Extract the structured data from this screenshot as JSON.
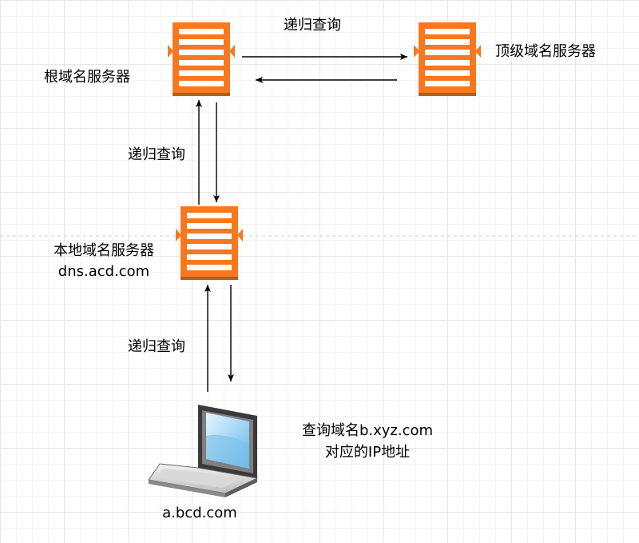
{
  "diagram": {
    "edge_labels": {
      "top": "递归查询",
      "middle": "递归查询",
      "bottom": "递归查询"
    },
    "nodes": {
      "root_server": {
        "label": "根域名服务器"
      },
      "tld_server": {
        "label": "顶级域名服务器"
      },
      "local_server": {
        "label": "本地域名服务器",
        "host": "dns.acd.com"
      },
      "client": {
        "label": "a.bcd.com"
      }
    },
    "note": {
      "line1": "查询域名b.xyz.com",
      "line2": "对应的IP地址"
    },
    "colors": {
      "server_orange": "#f7781f",
      "server_dark": "#b35e18",
      "arrow": "#000000"
    },
    "icons": {
      "server": "server-rack-icon",
      "client": "laptop-icon"
    }
  }
}
